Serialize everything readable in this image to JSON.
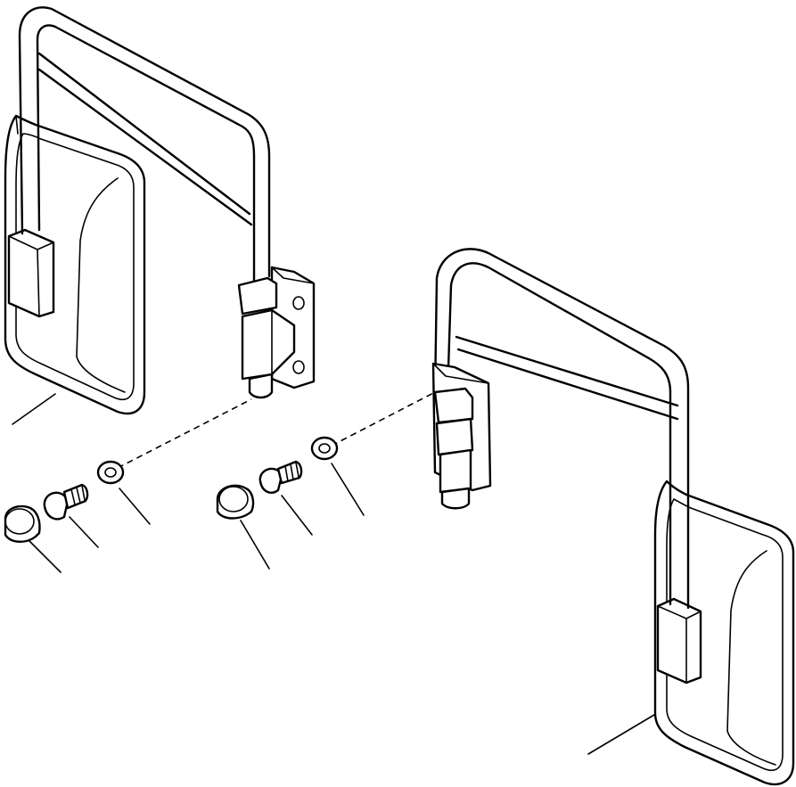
{
  "diagram": {
    "kind": "exploded parts illustration",
    "assemblies": [
      {
        "name": "left-mirror-assembly"
      },
      {
        "name": "right-mirror-assembly"
      }
    ],
    "parts": [
      {
        "name": "mirror-head-left"
      },
      {
        "name": "mirror-head-right"
      },
      {
        "name": "cap-left"
      },
      {
        "name": "bolt-left"
      },
      {
        "name": "washer-left"
      },
      {
        "name": "cap-right"
      },
      {
        "name": "bolt-right"
      },
      {
        "name": "washer-right"
      }
    ],
    "leader_lines_count": 8,
    "colors": {
      "line": "#000000",
      "background": "#ffffff"
    }
  }
}
